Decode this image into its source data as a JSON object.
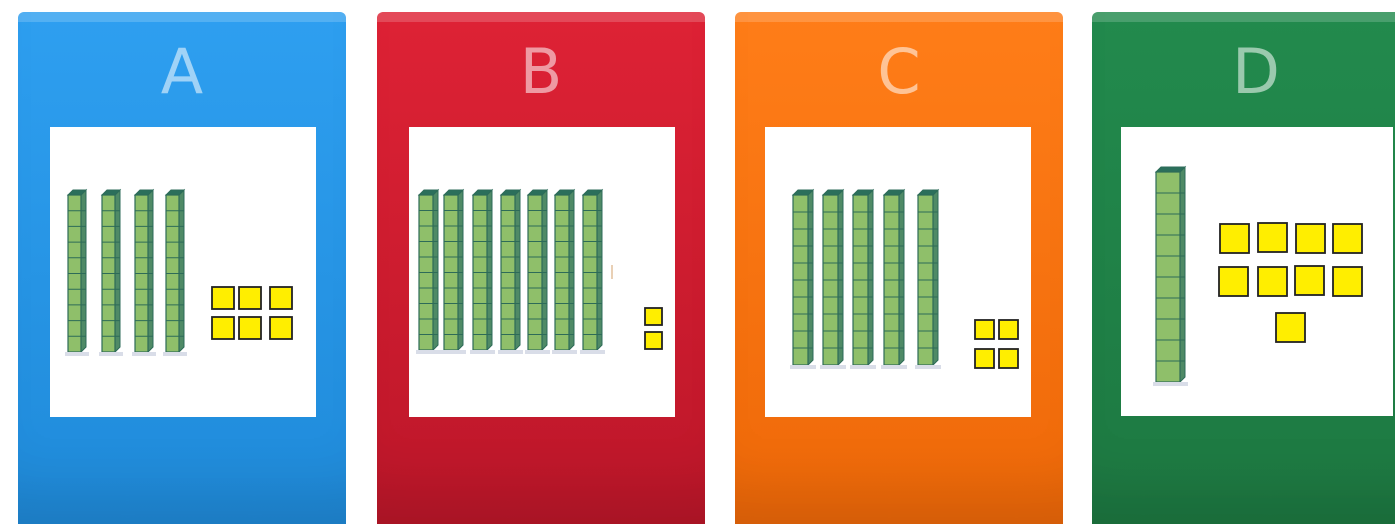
{
  "answers": [
    {
      "letter": "A",
      "color": "#2e9ff0",
      "tens_rods": 4,
      "ones_cubes": 6
    },
    {
      "letter": "B",
      "color": "#de2235",
      "tens_rods": 7,
      "ones_cubes": 2
    },
    {
      "letter": "C",
      "color": "#ff7d18",
      "tens_rods": 5,
      "ones_cubes": 4
    },
    {
      "letter": "D",
      "color": "#228a4d",
      "tens_rods": 1,
      "ones_cubes": 9
    }
  ],
  "blocks": {
    "rod_color": "#8fbf6a",
    "rod_edge": "#2d6b58",
    "cube_color": "#ffee00",
    "cube_edge": "#222222"
  }
}
